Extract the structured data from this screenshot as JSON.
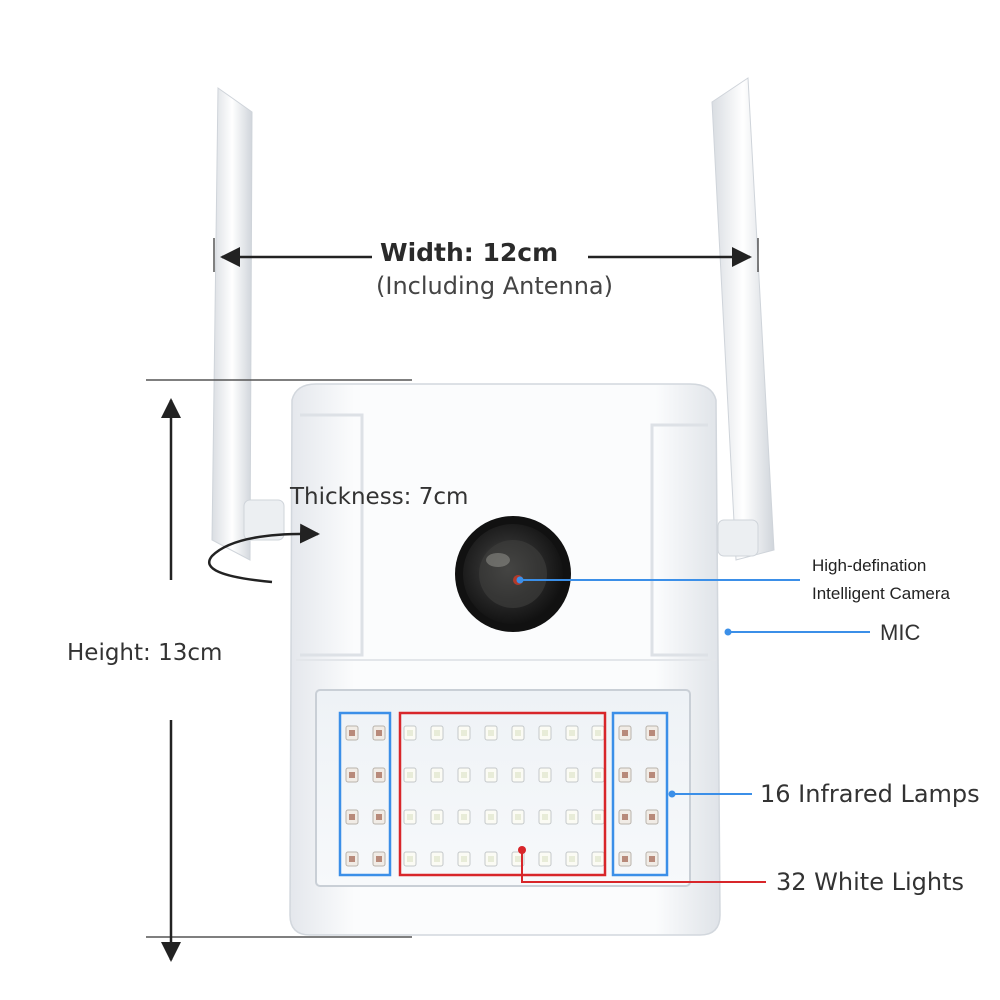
{
  "dimensions": {
    "width_label": "Width: 12cm",
    "width_note": "(Including Antenna)",
    "thickness_label": "Thickness: 7cm",
    "height_label": "Height: 13cm"
  },
  "callouts": {
    "camera_line1": "High-defination",
    "camera_line2": "Intelligent Camera",
    "mic": "MIC",
    "infrared": "16 Infrared Lamps",
    "white_lights": "32 White Lights"
  },
  "colors": {
    "callout_blue": "#3b8fe8",
    "callout_red": "#d8262a",
    "infrared_box": "#3b8fe8",
    "white_box": "#d8262a"
  },
  "leds": {
    "infrared_count": 16,
    "white_count": 32
  }
}
